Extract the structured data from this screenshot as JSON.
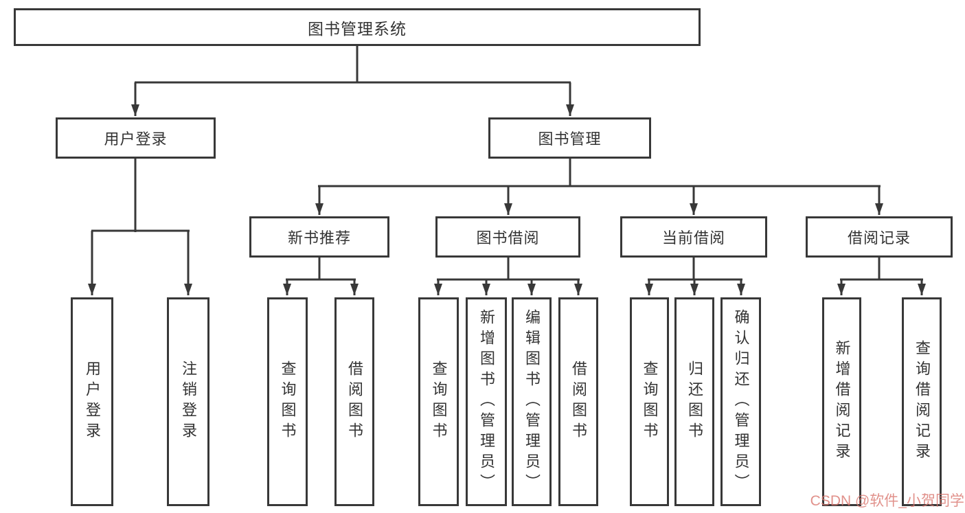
{
  "diagram_type": "hierarchy-tree",
  "tree": {
    "label": "图书管理系统",
    "children": [
      {
        "label": "用户登录",
        "children": [
          {
            "label": "用户登录"
          },
          {
            "label": "注销登录"
          }
        ]
      },
      {
        "label": "图书管理",
        "children": [
          {
            "label": "新书推荐",
            "children": [
              {
                "label": "查询图书"
              },
              {
                "label": "借阅图书"
              }
            ]
          },
          {
            "label": "图书借阅",
            "children": [
              {
                "label": "查询图书"
              },
              {
                "label": "新增图书（管理员）"
              },
              {
                "label": "编辑图书（管理员）"
              },
              {
                "label": "借阅图书"
              }
            ]
          },
          {
            "label": "当前借阅",
            "children": [
              {
                "label": "查询图书"
              },
              {
                "label": "归还图书"
              },
              {
                "label": "确认归还（管理员）"
              }
            ]
          },
          {
            "label": "借阅记录",
            "children": [
              {
                "label": "新增借阅记录"
              },
              {
                "label": "查询借阅记录"
              }
            ]
          }
        ]
      }
    ]
  },
  "watermark": {
    "text": "CSDN @软件_小贺同学"
  },
  "colors": {
    "line": "#383838",
    "box_border": "#383838",
    "text": "#333333",
    "background": "#ffffff",
    "watermark": "#d9766e"
  }
}
